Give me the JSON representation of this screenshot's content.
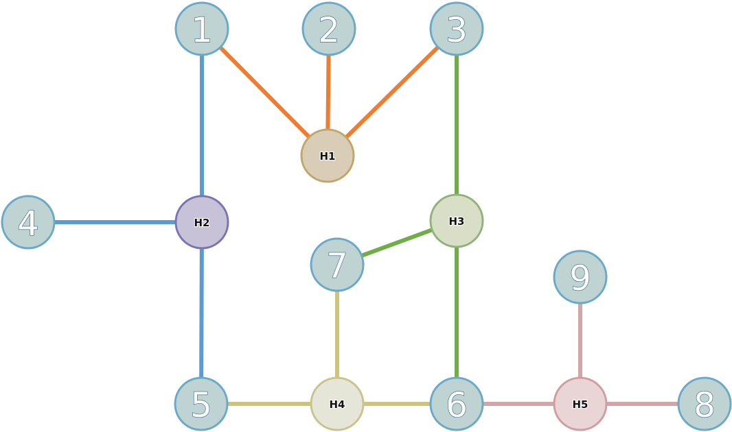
{
  "vertices": [
    {
      "id": "v1",
      "label": "1"
    },
    {
      "id": "v2",
      "label": "2"
    },
    {
      "id": "v3",
      "label": "3"
    },
    {
      "id": "v4",
      "label": "4"
    },
    {
      "id": "v5",
      "label": "5"
    },
    {
      "id": "v6",
      "label": "6"
    },
    {
      "id": "v7",
      "label": "7"
    },
    {
      "id": "v8",
      "label": "8"
    },
    {
      "id": "v9",
      "label": "9"
    }
  ],
  "hyperedges": [
    {
      "id": "H1",
      "label": "H1",
      "color": "#ed7d31",
      "fill": "#d9cdb7",
      "border": "#bfa86b",
      "members": [
        "1",
        "2",
        "3"
      ]
    },
    {
      "id": "H2",
      "label": "H2",
      "color": "#5b9bd5",
      "fill": "#c8c2d9",
      "border": "#7b74b4",
      "members": [
        "1",
        "4",
        "5"
      ]
    },
    {
      "id": "H3",
      "label": "H3",
      "color": "#70ad47",
      "fill": "#d9dfc6",
      "border": "#8fb47a",
      "members": [
        "3",
        "7",
        "6"
      ]
    },
    {
      "id": "H4",
      "label": "H4",
      "color": "#cfc47a",
      "fill": "#e6e6d8",
      "border": "#c9c38e",
      "members": [
        "5",
        "7",
        "6"
      ]
    },
    {
      "id": "H5",
      "label": "H5",
      "color": "#d4a5a8",
      "fill": "#ead5d6",
      "border": "#d09ea2",
      "members": [
        "6",
        "9",
        "8"
      ]
    }
  ],
  "style": {
    "vertex_fill": "#bfd3d3",
    "vertex_border": "#6aaac8"
  }
}
